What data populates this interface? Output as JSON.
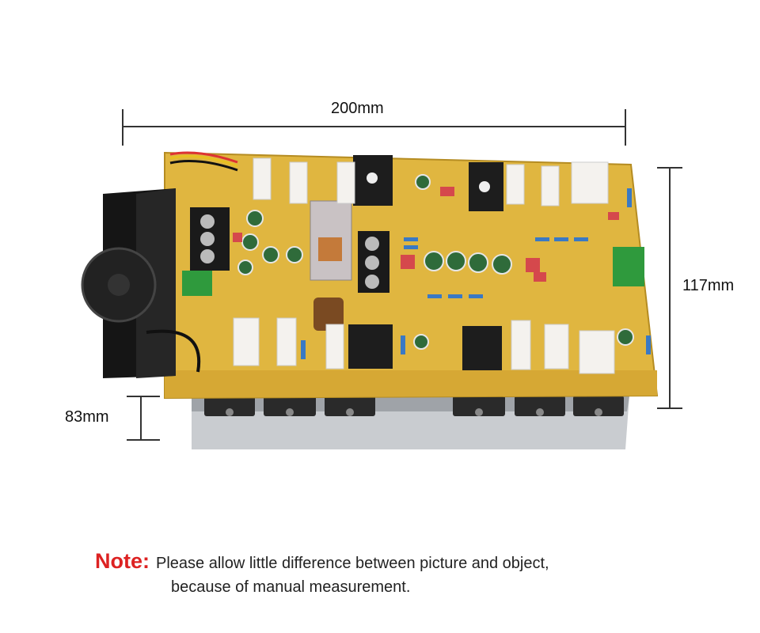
{
  "dimensions": {
    "width_label": "200mm",
    "depth_label": "117mm",
    "height_label": "83mm"
  },
  "note": {
    "prefix": "Note:",
    "line1": "Please allow little difference between picture and object,",
    "line2": "because of manual measurement."
  },
  "pcb": {
    "board_color": "#e0b640",
    "heatsink_color": "#c9ccd0",
    "fan_color": "#151515"
  }
}
